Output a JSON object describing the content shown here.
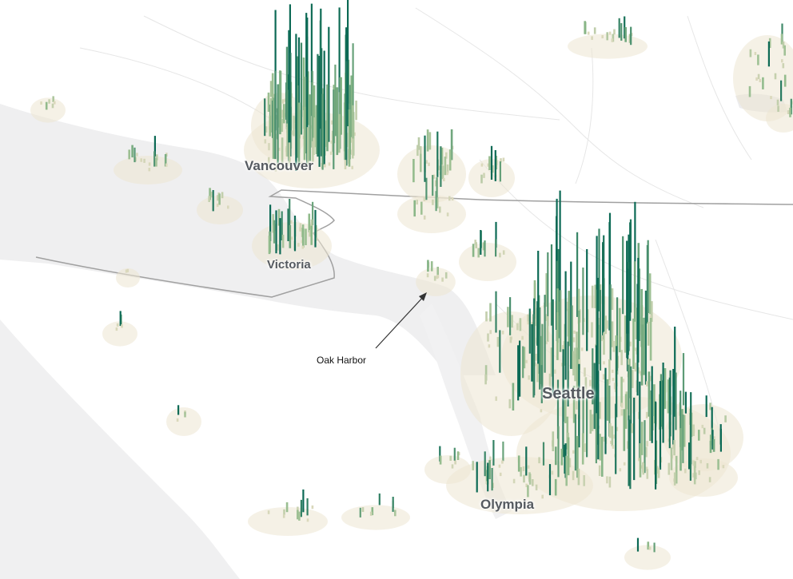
{
  "map": {
    "cities": [
      {
        "name": "Vancouver"
      },
      {
        "name": "Victoria"
      },
      {
        "name": "Seattle"
      },
      {
        "name": "Olympia"
      }
    ],
    "annotation": {
      "label": "Oak Harbor"
    },
    "colors": {
      "water": "#efeff0",
      "land": "#ffffff",
      "border": "#9a9a9a",
      "spike_low": "#e3dcc2",
      "spike_mid": "#8fba8a",
      "spike_high": "#0c6a55",
      "label": "#555a60"
    }
  }
}
